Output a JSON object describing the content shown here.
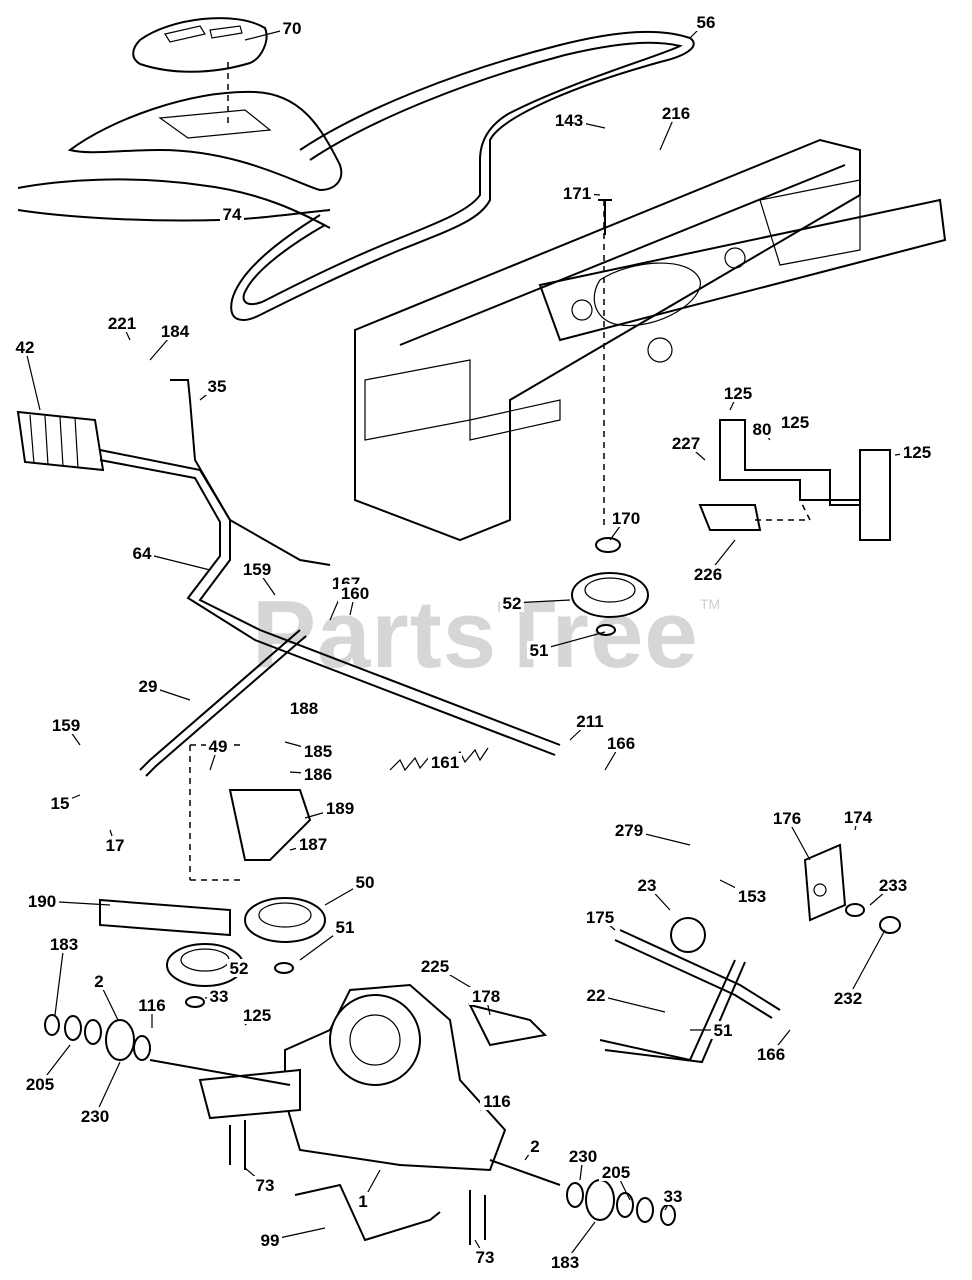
{
  "watermark": {
    "text": "PartsTree",
    "trademark": "TM"
  },
  "labels": [
    "70",
    "56",
    "143",
    "216",
    "74",
    "171",
    "221",
    "184",
    "42",
    "35",
    "125",
    "80",
    "125",
    "125",
    "227",
    "170",
    "226",
    "64",
    "159",
    "167",
    "160",
    "52",
    "51",
    "29",
    "188",
    "211",
    "166",
    "159",
    "49",
    "185",
    "186",
    "161",
    "15",
    "189",
    "187",
    "279",
    "176",
    "174",
    "17",
    "23",
    "153",
    "233",
    "50",
    "190",
    "175",
    "232",
    "51",
    "52",
    "33",
    "183",
    "2",
    "116",
    "125",
    "225",
    "178",
    "22",
    "51",
    "166",
    "205",
    "230",
    "116",
    "2",
    "73",
    "230",
    "205",
    "33",
    "1",
    "99",
    "73",
    "183"
  ]
}
